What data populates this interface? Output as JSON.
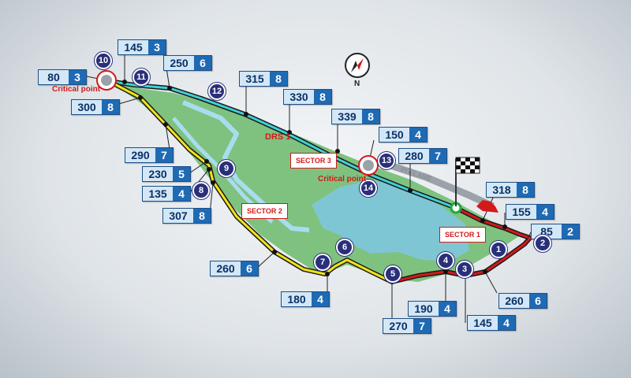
{
  "speed_boxes": [
    {
      "speed": "145",
      "gear": "3"
    },
    {
      "speed": "250",
      "gear": "6"
    },
    {
      "speed": "80",
      "gear": "3"
    },
    {
      "speed": "300",
      "gear": "8"
    },
    {
      "speed": "315",
      "gear": "8"
    },
    {
      "speed": "330",
      "gear": "8"
    },
    {
      "speed": "339",
      "gear": "8"
    },
    {
      "speed": "150",
      "gear": "4"
    },
    {
      "speed": "280",
      "gear": "7"
    },
    {
      "speed": "290",
      "gear": "7"
    },
    {
      "speed": "230",
      "gear": "5"
    },
    {
      "speed": "135",
      "gear": "4"
    },
    {
      "speed": "307",
      "gear": "8"
    },
    {
      "speed": "318",
      "gear": "8"
    },
    {
      "speed": "155",
      "gear": "4"
    },
    {
      "speed": "85",
      "gear": "2"
    },
    {
      "speed": "260",
      "gear": "6"
    },
    {
      "speed": "180",
      "gear": "4"
    },
    {
      "speed": "190",
      "gear": "4"
    },
    {
      "speed": "145",
      "gear": "4"
    },
    {
      "speed": "260",
      "gear": "6"
    },
    {
      "speed": "270",
      "gear": "7"
    }
  ],
  "turns": [
    "1",
    "2",
    "3",
    "4",
    "5",
    "6",
    "7",
    "8",
    "9",
    "10",
    "11",
    "12",
    "13",
    "14"
  ],
  "sectors": [
    "SECTOR 1",
    "SECTOR 2",
    "SECTOR 3"
  ],
  "critical_label": "Critical point",
  "drs_label": "DRS 1",
  "pit_lane_label": "PIT LANE",
  "north_label": "N",
  "colors": {
    "sector1": "#d21a1a",
    "sector2": "#f2e21a",
    "sector3": "#3fd0d6",
    "land": "#7fc27f",
    "water": "#7fc7de",
    "turn_marker": "#2a2f7a",
    "box_border": "#1e4f86"
  }
}
